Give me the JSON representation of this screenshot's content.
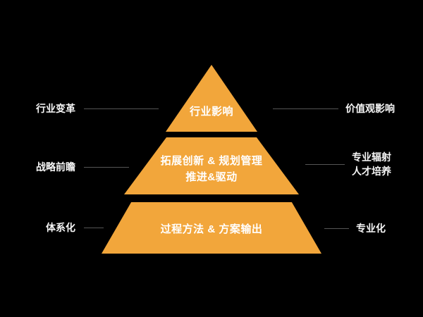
{
  "colors": {
    "background": "#000000",
    "pyramid": "#F2A63B",
    "connector": "#555555",
    "label-text": "#F5F5F5",
    "tier-text": "#FFFFFF"
  },
  "pyramid": {
    "tiers": [
      {
        "label": "行业影响"
      },
      {
        "line1": "拓展创新 & 规划管理",
        "line2": "推进&驱动"
      },
      {
        "label": "过程方法 & 方案输出"
      }
    ]
  },
  "left_callouts": [
    {
      "label": "行业变革"
    },
    {
      "label": "战略前瞻"
    },
    {
      "label": "体系化"
    }
  ],
  "right_callouts": [
    {
      "label": "价值观影响"
    },
    {
      "line1": "专业辐射",
      "line2": "人才培养"
    },
    {
      "label": "专业化"
    }
  ]
}
